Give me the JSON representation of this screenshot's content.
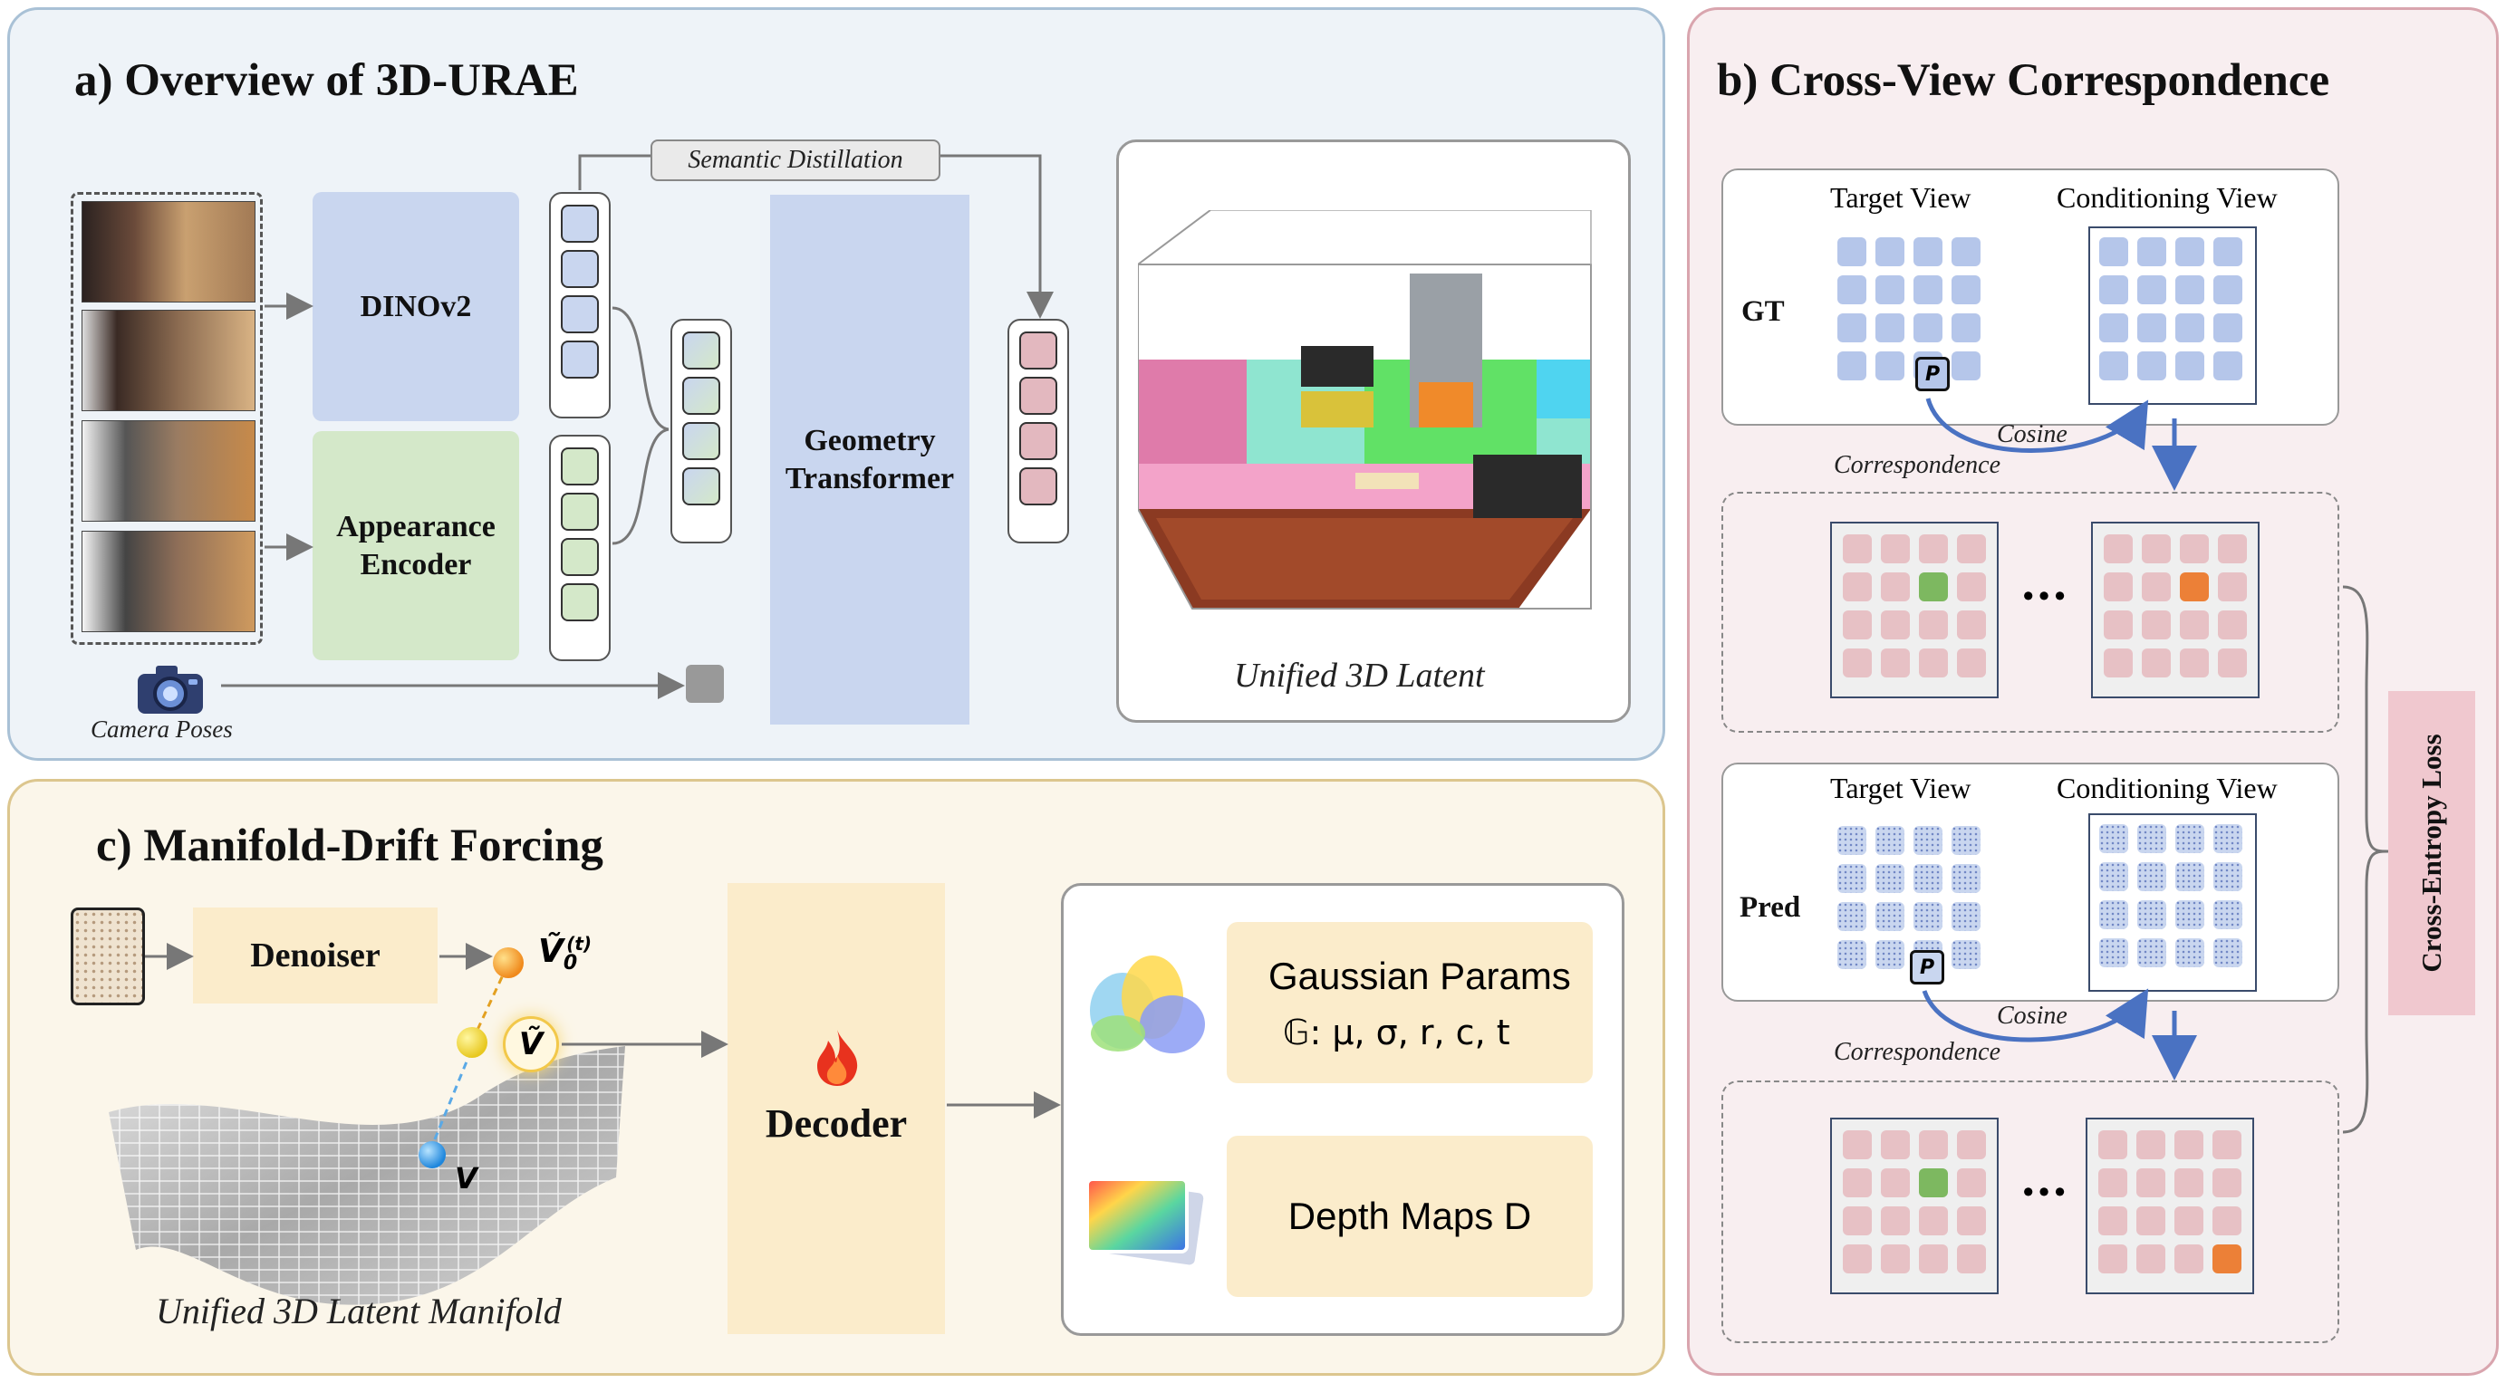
{
  "panel_a": {
    "title": "a) Overview of 3D-URAE",
    "dino_label": "DINOv2",
    "appearance_label": "Appearance Encoder",
    "semantic_label": "Semantic Distillation",
    "geometry_label": "Geometry Transformer",
    "camera_label": "Camera Poses",
    "latent_label": "Unified 3D Latent"
  },
  "panel_b": {
    "title": "b) Cross-View Correspondence",
    "gt_label": "GT",
    "pred_label": "Pred",
    "target_view": "Target View",
    "conditioning_view": "Conditioning View",
    "p_label": "P",
    "cosine": "Cosine",
    "correspondence": "Correspondence",
    "ellipsis": "···",
    "loss_label": "Cross-Entropy Loss"
  },
  "panel_c": {
    "title": "c) Manifold-Drift Forcing",
    "denoiser_label": "Denoiser",
    "v0_label": "Ṽ",
    "v0_sub": "0",
    "v0_sup": "(t)",
    "vtilde_label": "Ṽ",
    "v_label": "V",
    "manifold_label": "Unified 3D Latent Manifold",
    "decoder_label": "Decoder",
    "gaussian_label": "Gaussian Params",
    "gaussian_formula": "𝔾:  μ,  σ,  r,  c, t",
    "depth_label": "Depth Maps  D"
  },
  "colors": {
    "panel_a_bg": "#eef3f8",
    "panel_b_bg": "#f8eef0",
    "panel_c_bg": "#fbf6ea",
    "blue_block": "#c9d6ef",
    "green_block": "#d4e8c9",
    "pink_token": "#e3b8bf",
    "cream_block": "#fbeccb",
    "grid_blue": "#b5c6ea",
    "grid_pink": "#e7c1c5",
    "match_green": "#7db860",
    "match_orange": "#ec8037",
    "arrow_blue": "#4a72c2"
  },
  "icons": [
    "camera-icon",
    "fire-icon",
    "gaussian-blobs-icon",
    "depth-map-icon",
    "noise-icon"
  ]
}
